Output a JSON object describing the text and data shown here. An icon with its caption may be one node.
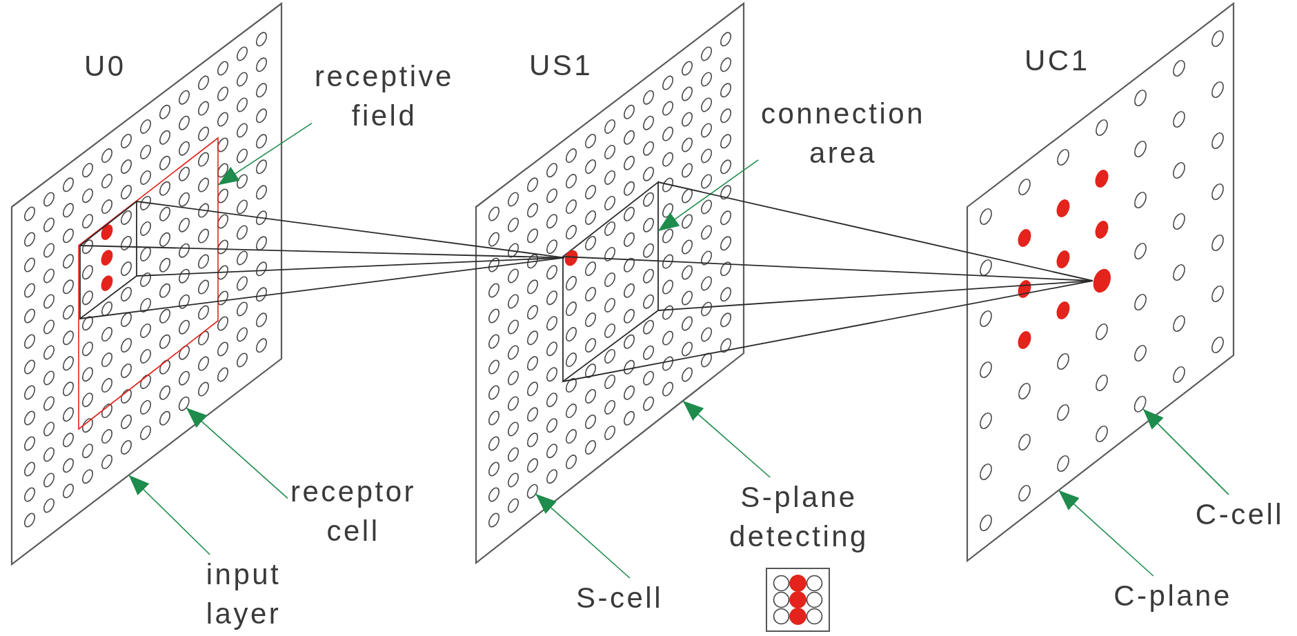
{
  "diagram": {
    "nodes": [
      {
        "text": [
          "U0"
        ]
      },
      {
        "text": [],
        "shape": "box",
        "in": 0
      },
      {
        "text": [],
        "shape": "box",
        "in": 1
      },
      {
        "text": [],
        "shape": "circle",
        "in": 0
      },
      {
        "text": [
          "US1"
        ]
      },
      {
        "text": [],
        "shape": "box",
        "in": 4
      },
      {
        "text": [],
        "shape": "circle",
        "in": 5
      },
      {
        "text": [],
        "shape": "circle",
        "in": 4
      },
      {
        "text": [
          "UC1"
        ]
      },
      {
        "text": [],
        "shape": "circle",
        "in": 8
      },
      {
        "text": [],
        "shape": "circle",
        "in": 8
      },
      {
        "text": [
          "receptive field"
        ]
      },
      {
        "text": [
          "connection area"
        ]
      },
      {
        "text": [
          "receptor cell"
        ]
      },
      {
        "text": [
          "input layer"
        ]
      },
      {
        "text": [
          "S-cell"
        ]
      },
      {
        "text": [
          "S-plane detecting"
        ]
      },
      {
        "text": [
          "C-cell"
        ]
      },
      {
        "text": [
          "C-plane"
        ]
      }
    ],
    "edges": [
      {
        "from": 11,
        "to": 1,
        "arrow": "to",
        "color": "#1e8c4c"
      },
      {
        "from": 12,
        "to": 5,
        "arrow": "to",
        "color": "#1e8c4c"
      },
      {
        "from": 13,
        "to": 3,
        "arrow": "to",
        "color": "#1e8c4c"
      },
      {
        "from": 14,
        "to": 0,
        "arrow": "to",
        "color": "#1e8c4c"
      },
      {
        "from": 15,
        "to": 7,
        "arrow": "to",
        "color": "#1e8c4c"
      },
      {
        "from": 16,
        "to": 4,
        "arrow": "to",
        "color": "#1e8c4c"
      },
      {
        "from": 17,
        "to": 10,
        "arrow": "to",
        "color": "#1e8c4c"
      },
      {
        "from": 18,
        "to": 8,
        "arrow": "to",
        "color": "#1e8c4c"
      },
      {
        "from": 2,
        "to": 6,
        "arrow": "none",
        "color": "#2a2a2a"
      },
      {
        "from": 2,
        "to": 6,
        "arrow": "none",
        "color": "#2a2a2a"
      },
      {
        "from": 2,
        "to": 6,
        "arrow": "none",
        "color": "#2a2a2a"
      },
      {
        "from": 2,
        "to": 6,
        "arrow": "none",
        "color": "#2a2a2a"
      },
      {
        "from": 5,
        "to": 9,
        "arrow": "none",
        "color": "#2a2a2a"
      },
      {
        "from": 5,
        "to": 9,
        "arrow": "none",
        "color": "#2a2a2a"
      },
      {
        "from": 5,
        "to": 9,
        "arrow": "none",
        "color": "#2a2a2a"
      },
      {
        "from": 5,
        "to": 9,
        "arrow": "none",
        "color": "#2a2a2a"
      }
    ]
  }
}
